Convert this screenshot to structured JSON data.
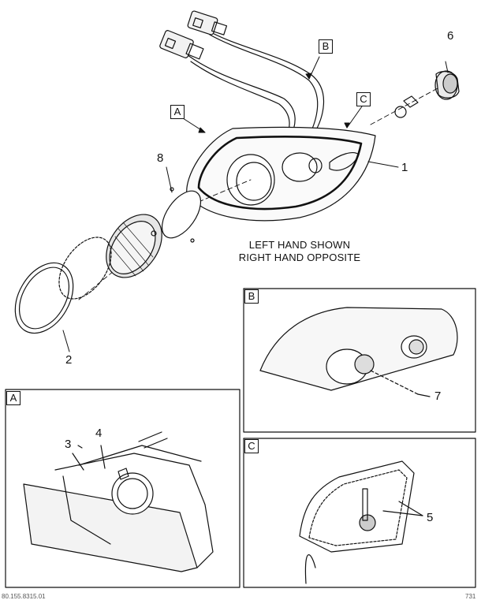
{
  "main_view": {
    "note_line1": "LEFT HAND SHOWN",
    "note_line2": "RIGHT HAND OPPOSITE",
    "callouts": {
      "c1": "1",
      "c2": "2",
      "c6": "6",
      "c8": "8",
      "view_a": "A",
      "view_b": "B",
      "view_c": "C"
    }
  },
  "detail_a": {
    "label": "A",
    "callouts": {
      "c3": "3",
      "c4": "4"
    }
  },
  "detail_b": {
    "label": "B",
    "callouts": {
      "c7": "7"
    }
  },
  "detail_c": {
    "label": "C",
    "callouts": {
      "c5": "5"
    }
  },
  "footer": {
    "left": "80.155.8315.01",
    "right": "731"
  },
  "colors": {
    "line": "#111111",
    "background": "#ffffff",
    "shade": "#d9d9d9"
  }
}
